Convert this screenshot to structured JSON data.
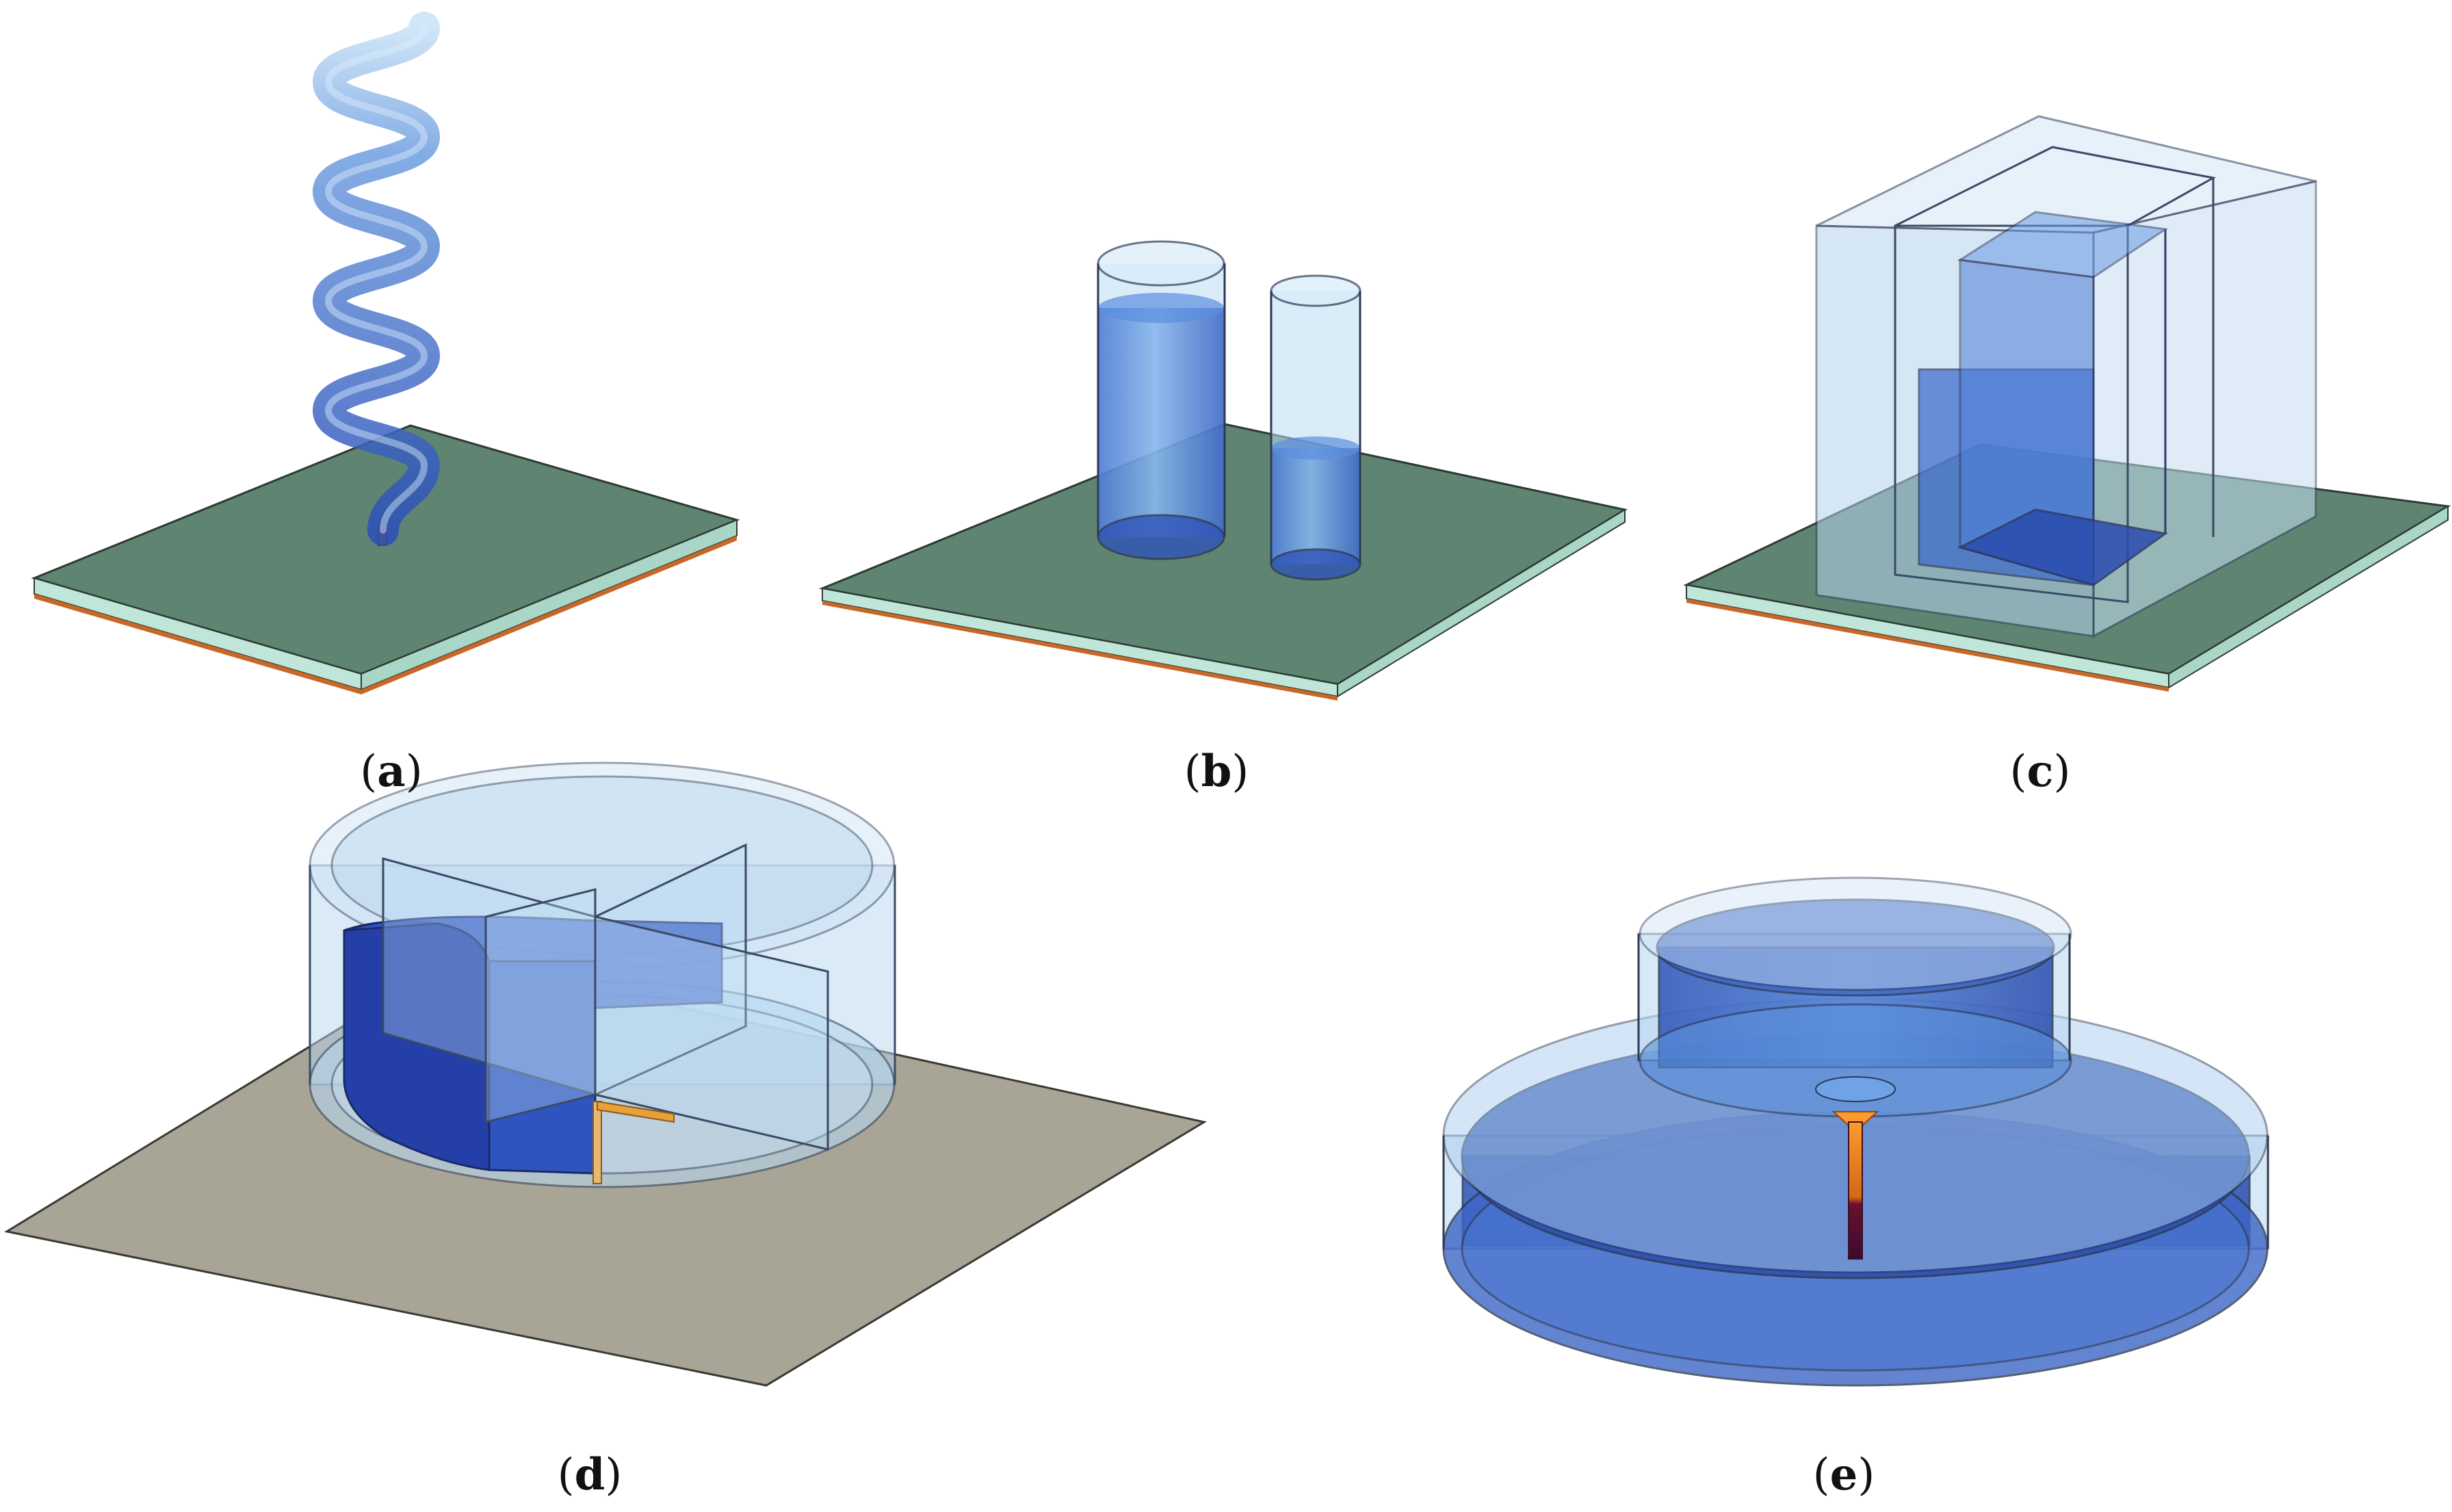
{
  "panels": [
    {
      "id": "a",
      "caption_open": "(",
      "caption_letter": "a",
      "caption_close": ")"
    },
    {
      "id": "b",
      "caption_open": "(",
      "caption_letter": "b",
      "caption_close": ")"
    },
    {
      "id": "c",
      "caption_open": "(",
      "caption_letter": "c",
      "caption_close": ")"
    },
    {
      "id": "d",
      "caption_open": "(",
      "caption_letter": "d",
      "caption_close": ")"
    },
    {
      "id": "e",
      "caption_open": "(",
      "caption_letter": "e",
      "caption_close": ")"
    }
  ],
  "colors": {
    "substrate_top": "#5f8572",
    "substrate_side": "#bfe6d8",
    "copper": "#c8672a",
    "dielectric_deep": "#2a4cb0",
    "dielectric_light": "#a9d0ee",
    "ground_plane": "#a8a596",
    "feed_probe": "#e8a13a"
  }
}
